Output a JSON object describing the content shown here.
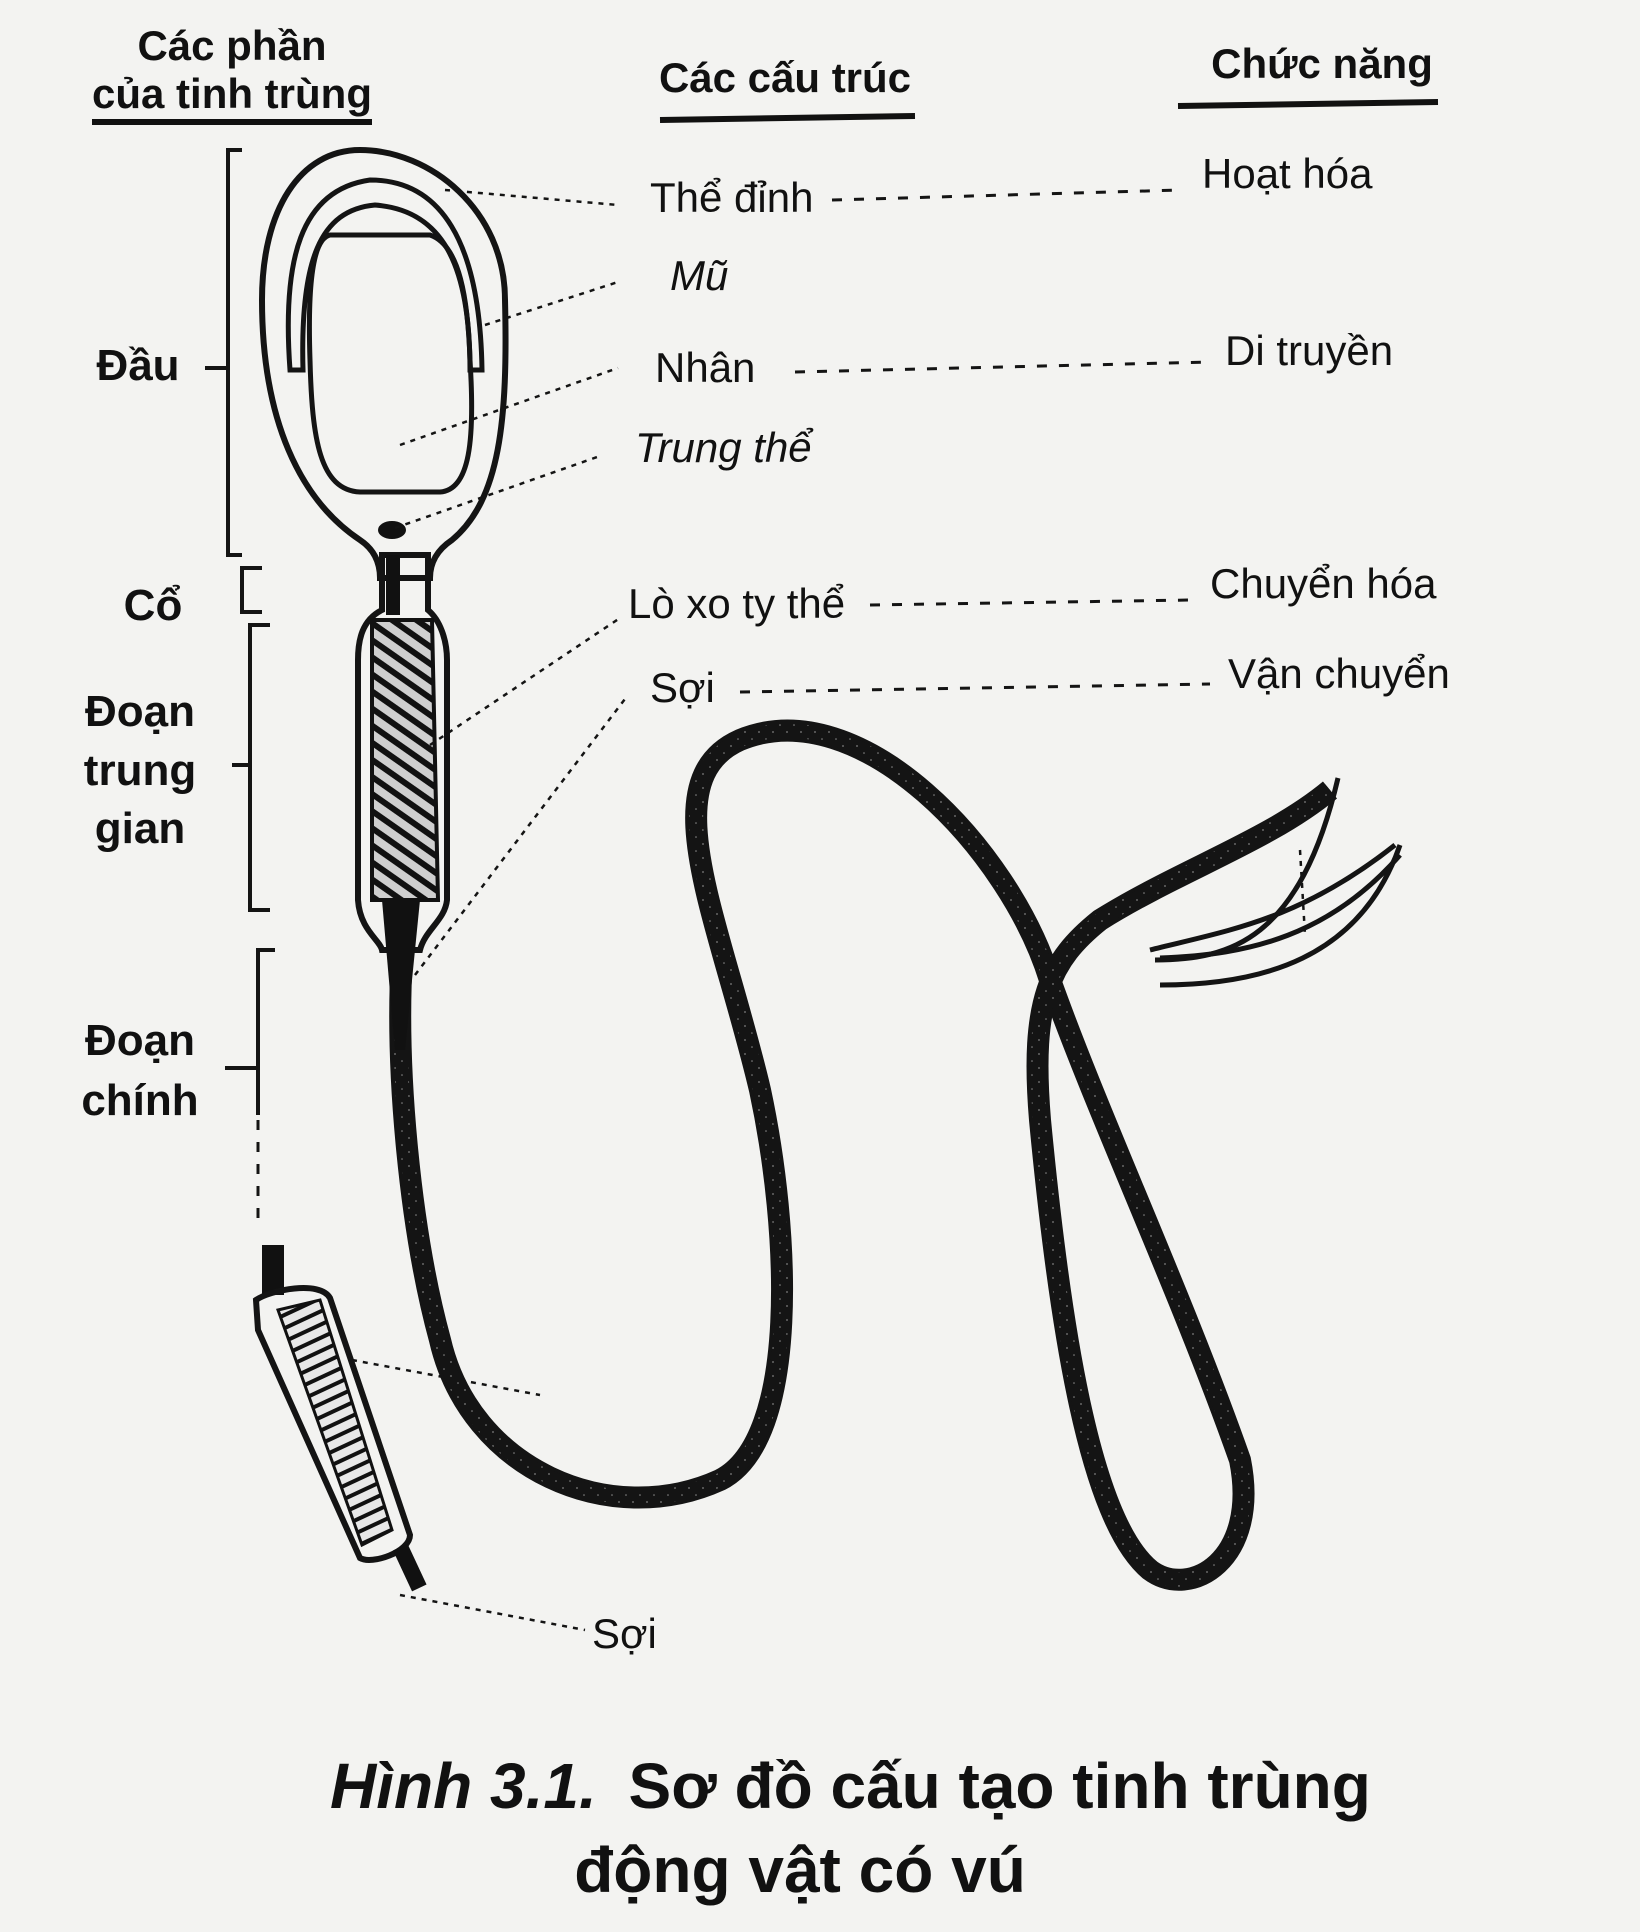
{
  "headers": {
    "parts": [
      "Các phần",
      "của tinh trùng"
    ],
    "structures": "Các cấu trúc",
    "functions": "Chức năng"
  },
  "parts": {
    "head": "Đầu",
    "neck": "Cổ",
    "midpiece": [
      "Đoạn",
      "trung",
      "gian"
    ],
    "principal": [
      "Đoạn",
      "chính"
    ]
  },
  "structures": {
    "acrosome": "Thể đỉnh",
    "cap": "Mũ",
    "nucleus": "Nhân",
    "centriole": "Trung thể",
    "mito_spiral": "Lò xo ty thể",
    "fiber": "Sợi",
    "fiber_bottom": "Sợi"
  },
  "functions": {
    "acrosome": "Hoạt hóa",
    "nucleus": "Di truyền",
    "mito_spiral": "Chuyển hóa",
    "fiber": "Vận chuyển"
  },
  "caption": {
    "prefix": "Hình 3.1.",
    "line1": "Sơ đồ cấu tạo tinh trùng",
    "line2": "động vật có vú"
  }
}
